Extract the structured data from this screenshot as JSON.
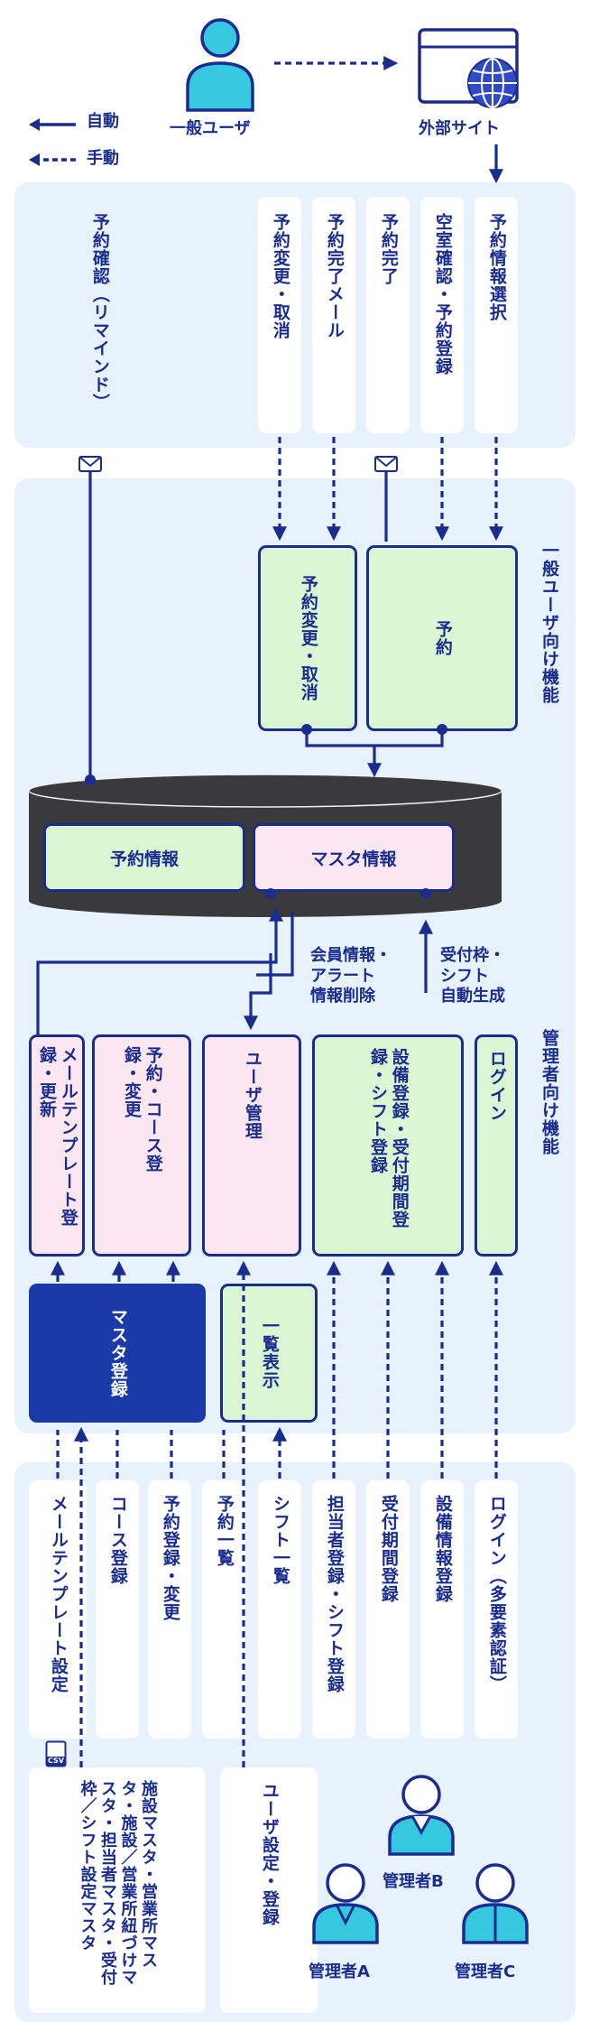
{
  "legend": {
    "auto": "自動",
    "manual": "手動"
  },
  "actors": {
    "general_user": "一般ユーザ",
    "external_site": "外部サイト",
    "admin_a": "管理者A",
    "admin_b": "管理者B",
    "admin_c": "管理者C"
  },
  "top_steps": [
    "予約確認（リマインド）",
    "予約変更・取消",
    "予約完了メール",
    "予約完了",
    "空室確認・予約登録",
    "予約情報選択"
  ],
  "user_functions": {
    "section_label": "一般ユーザ向け機能",
    "change_cancel": "予約変更・取消",
    "reserve": "予約"
  },
  "database": {
    "reservation_info": "予約情報",
    "master_info": "マスタ情報"
  },
  "flow_labels": {
    "member_alert": "会員情報・\nアラート\n情報削除",
    "slot_shift": "受付枠・\nシフト\n自動生成"
  },
  "admin_functions": {
    "section_label": "管理者向け機能",
    "mail_template": "メールテンプレート登録・更新",
    "reservation_course": "予約・コース登録・変更",
    "user_mgmt": "ユーザ管理",
    "facility_reg": "設備登録・受付期間登録・シフト登録",
    "login": "ログイン",
    "master_reg": "マスタ登録",
    "list_display": "一覧表示"
  },
  "bottom_steps": [
    "メールテンプレート設定",
    "コース登録",
    "予約登録・変更",
    "予約一覧",
    "シフト一覧",
    "担当者登録・シフト登録",
    "受付期間登録",
    "設備情報登録",
    "ログイン（多要素認証）"
  ],
  "bottom_cards": {
    "master_settings": "施設マスタ・営業所マスタ・施設／営業所紐づけマスタ・担当者マスタ・受付枠／シフト設定マスタ",
    "user_settings": "ユーザ設定・登録",
    "csv_icon": "CSV"
  },
  "colors": {
    "navy": "#1a2d8f",
    "panel": "#e8f2fc",
    "green": "#dbf6d2",
    "pink": "#fce6ef",
    "cyan": "#35c8df"
  }
}
